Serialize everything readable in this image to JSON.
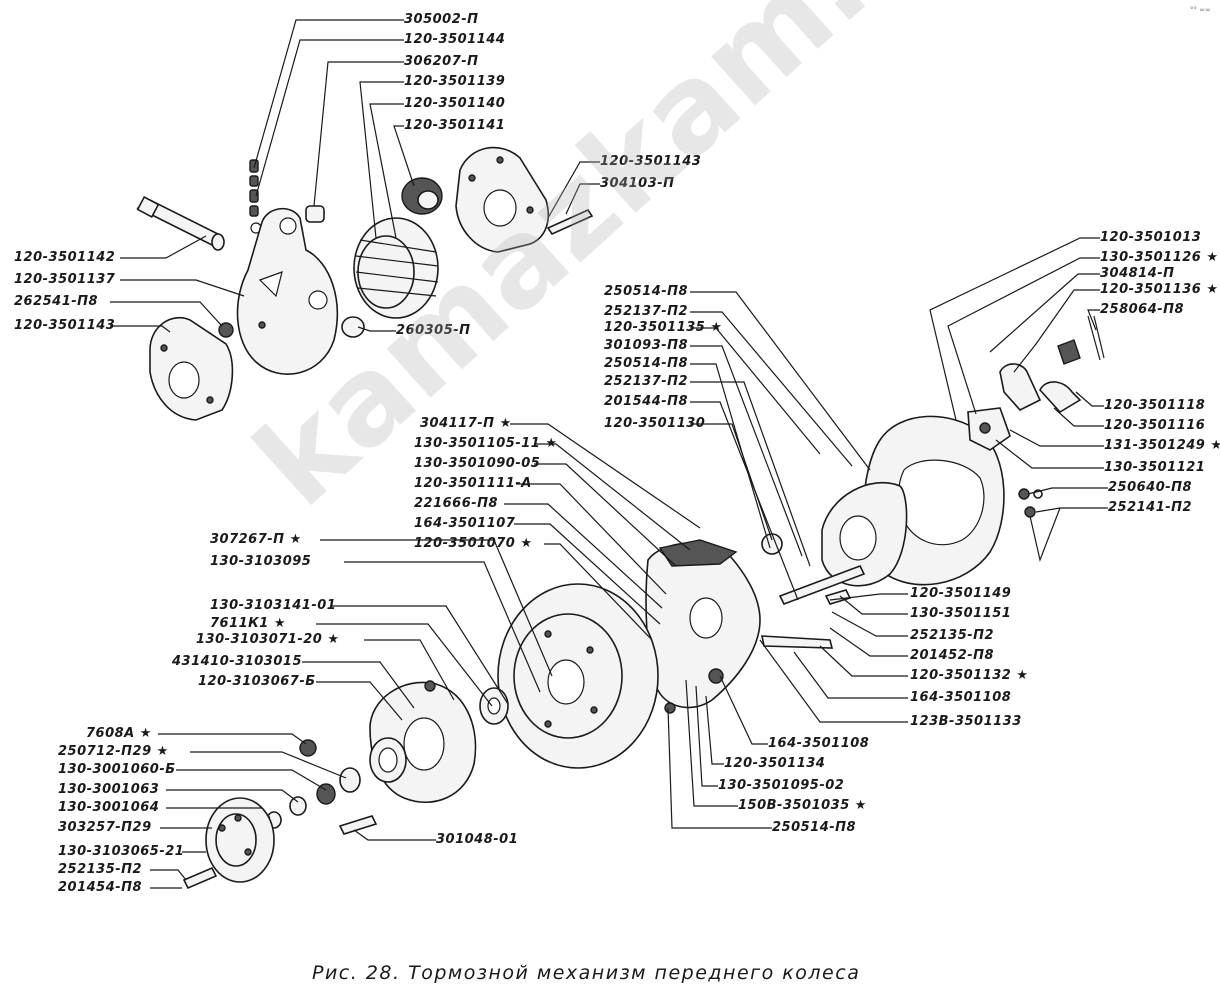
{
  "caption": {
    "prefix": "Рис. 28.",
    "title": "Тормозной механизм переднего колеса"
  },
  "watermark": "kamazkam.ru",
  "corner_mark": "°° ∞∞",
  "part_labels": [
    "305002-П",
    "120-3501144",
    "306207-П",
    "120-3501139",
    "120-3501140",
    "120-3501141",
    "120-3501143",
    "304103-П",
    "120-3501142",
    "120-3501137",
    "262541-П8",
    "120-3501143",
    "260305-П",
    "120-3501013",
    "130-3501126 ★",
    "304814-П",
    "120-3501136 ★",
    "258064-П8",
    "120-3501118",
    "120-3501116",
    "131-3501249 ★",
    "130-3501121",
    "250640-П8",
    "252141-П2",
    "250514-П8",
    "252137-П2",
    "120-3501135 ★",
    "301093-П8",
    "250514-П8",
    "252137-П2",
    "201544-П8",
    "120-3501130",
    "304117-П ★",
    "130-3501105-11 ★",
    "130-3501090-05",
    "120-3501111-А",
    "221666-П8",
    "164-3501107",
    "120-3501070 ★",
    "307267-П ★",
    "130-3103095",
    "130-3103141-01",
    "7611К1 ★",
    "130-3103071-20 ★",
    "431410-3103015",
    "120-3103067-Б",
    "7608А ★",
    "250712-П29 ★",
    "130-3001060-Б",
    "130-3001063",
    "130-3001064",
    "303257-П29",
    "130-3103065-21",
    "252135-П2",
    "201454-П8",
    "301048-01",
    "120-3501149",
    "130-3501151",
    "252135-П2",
    "201452-П8",
    "120-3501132 ★",
    "164-3501108",
    "123В-3501133",
    "164-3501108",
    "120-3501134",
    "130-3501095-02",
    "150В-3501035 ★",
    "250514-П8"
  ]
}
